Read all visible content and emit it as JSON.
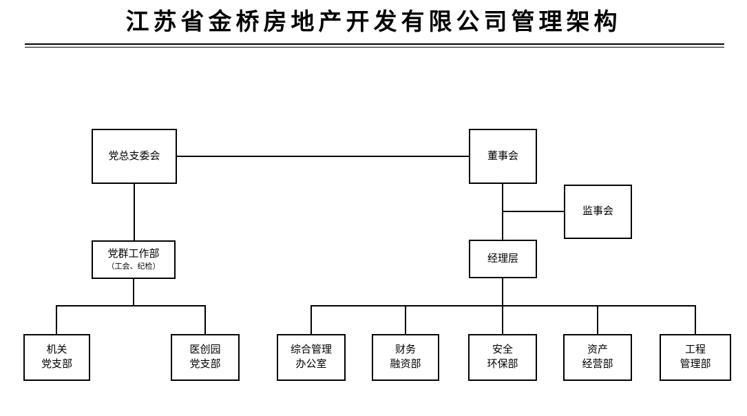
{
  "header": {
    "title": "江苏省金桥房地产开发有限公司管理架构"
  },
  "colors": {
    "line": "#000000",
    "text": "#000000",
    "box_fill": "#ffffff",
    "page_background": "#ffffff"
  },
  "org_chart": {
    "nodes": {
      "party_committee": {
        "label": "党总支委会"
      },
      "board_of_directors": {
        "label": "董事会"
      },
      "supervisory_board": {
        "label": "监事会"
      },
      "party_work_dept": {
        "label": "党群工作部",
        "sub_label": "（工会、纪检）"
      },
      "management_level": {
        "label": "经理层"
      },
      "office_party_branch": {
        "label": "机关\n党支部"
      },
      "yichuangyuan_party_branch": {
        "label": "医创园\n党支部"
      },
      "general_admin_office": {
        "label": "综合管理\n办公室"
      },
      "finance_financing_dept": {
        "label": "财务\n融资部"
      },
      "safety_env_dept": {
        "label": "安全\n环保部"
      },
      "asset_operation_dept": {
        "label": "资产\n经营部"
      },
      "engineering_mgmt_dept": {
        "label": "工程\n管理部"
      }
    }
  }
}
